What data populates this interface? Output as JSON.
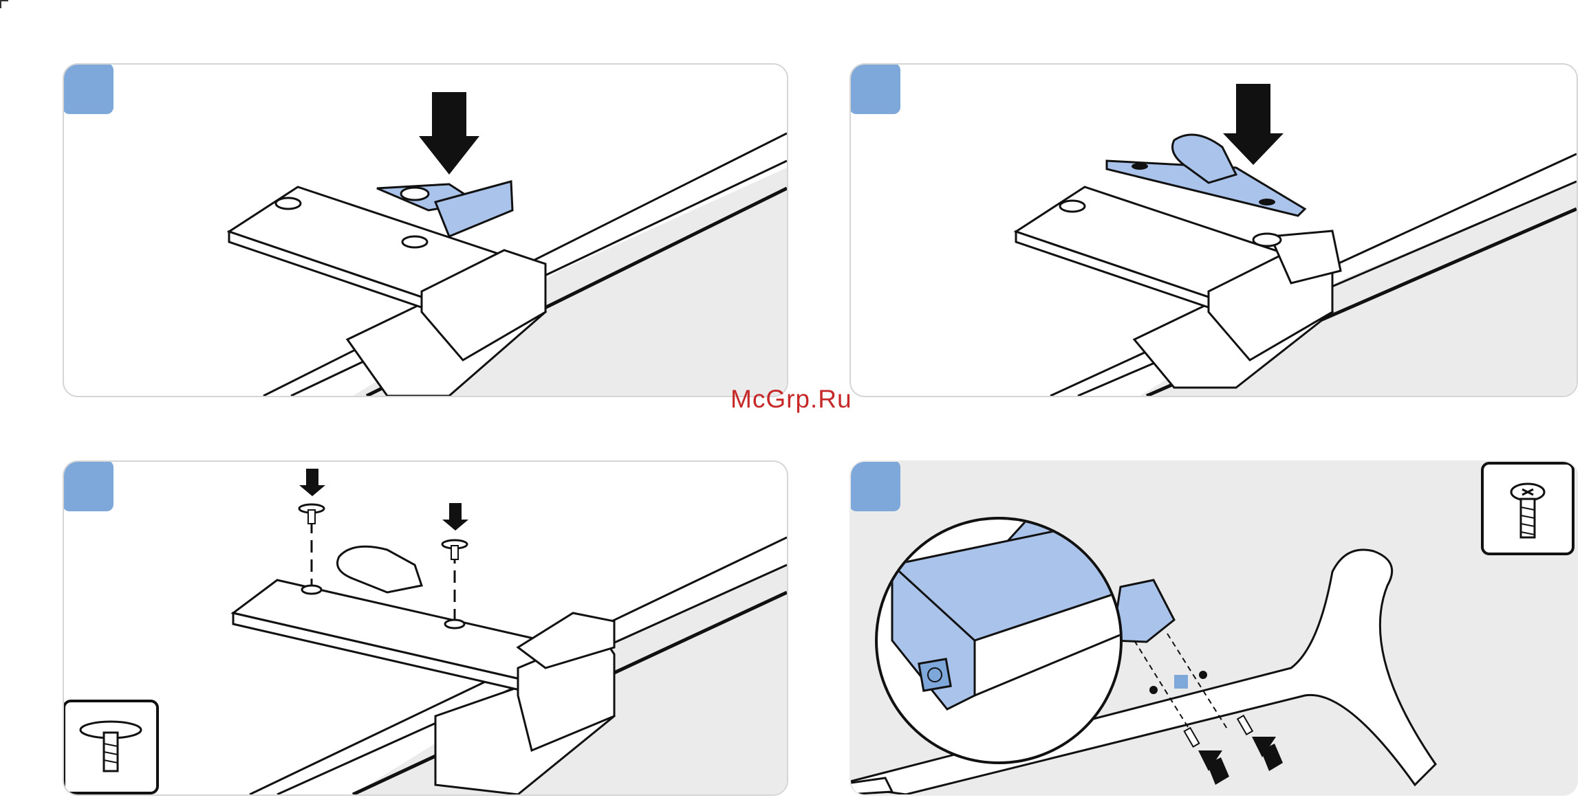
{
  "watermark": {
    "text": "McGrp.Ru"
  },
  "colors": {
    "accent": "#7ea7da",
    "part_fill": "#a9c3ea",
    "line": "#111111",
    "bg_panel": "#ebebeb"
  },
  "steps": [
    {
      "badge_color": "#7ea7da",
      "icon": "down-arrow-icon",
      "part": "blue-bracket"
    },
    {
      "badge_color": "#7ea7da",
      "icon": "down-arrow-icon",
      "part": "blue-holder"
    },
    {
      "badge_color": "#7ea7da",
      "icon": "down-arrow-icon",
      "part": "screws",
      "inset_icon": "screw-icon"
    },
    {
      "badge_color": "#7ea7da",
      "icon": "push-arrow-icon",
      "part": "stand-leg",
      "inset_icon": "screw-icon"
    }
  ]
}
